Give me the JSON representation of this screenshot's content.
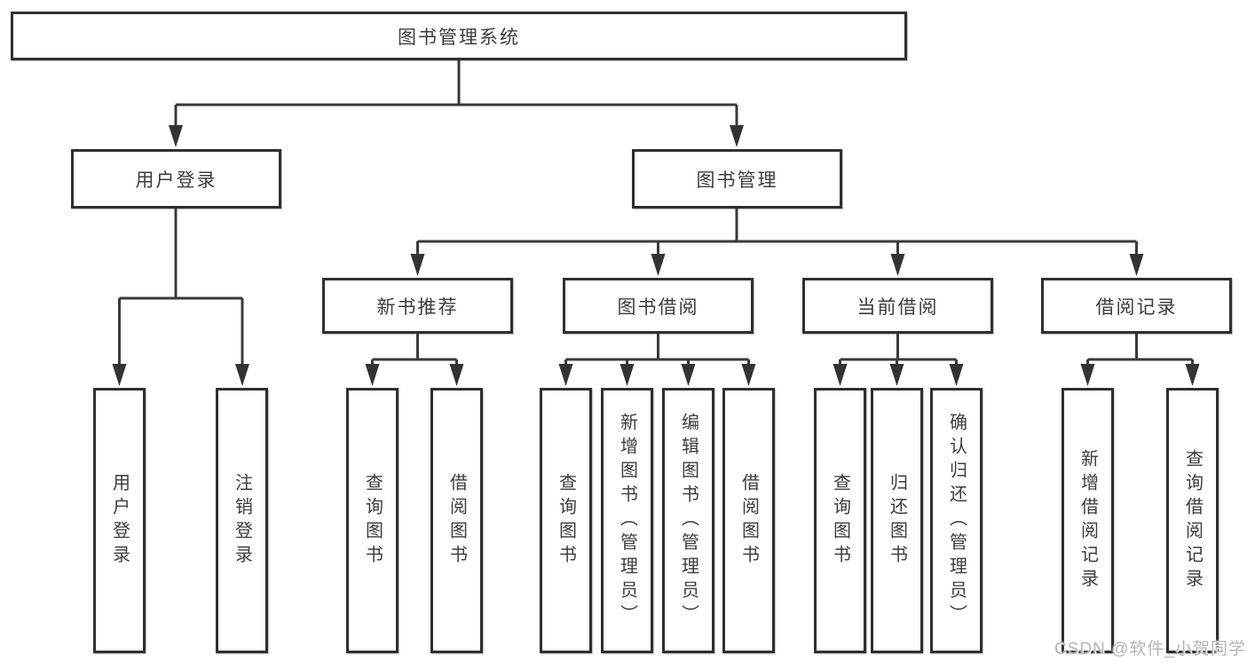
{
  "page": {
    "background": "#ffffff"
  },
  "colors": {
    "box_border": "#2f2f2f",
    "line": "#3a3a3a",
    "text": "#3c3c3c",
    "watermark": "#b5b5b5"
  },
  "watermark": {
    "text": "CSDN @软件_小贺同学"
  },
  "diagram": {
    "type": "tree",
    "root": {
      "label": "图书管理系统"
    },
    "branches": [
      {
        "label": "用户登录",
        "children": [
          {
            "label": "用户登录"
          },
          {
            "label": "注销登录"
          }
        ]
      },
      {
        "label": "图书管理",
        "children": [
          {
            "label": "新书推荐",
            "children": [
              {
                "label": "查询图书"
              },
              {
                "label": "借阅图书"
              }
            ]
          },
          {
            "label": "图书借阅",
            "children": [
              {
                "label": "查询图书"
              },
              {
                "label": "新增图书（管理员）"
              },
              {
                "label": "编辑图书（管理员）"
              },
              {
                "label": "借阅图书"
              }
            ]
          },
          {
            "label": "当前借阅",
            "children": [
              {
                "label": "查询图书"
              },
              {
                "label": "归还图书"
              },
              {
                "label": "确认归还（管理员）"
              }
            ]
          },
          {
            "label": "借阅记录",
            "children": [
              {
                "label": "新增借阅记录"
              },
              {
                "label": "查询借阅记录"
              }
            ]
          }
        ]
      }
    ]
  }
}
